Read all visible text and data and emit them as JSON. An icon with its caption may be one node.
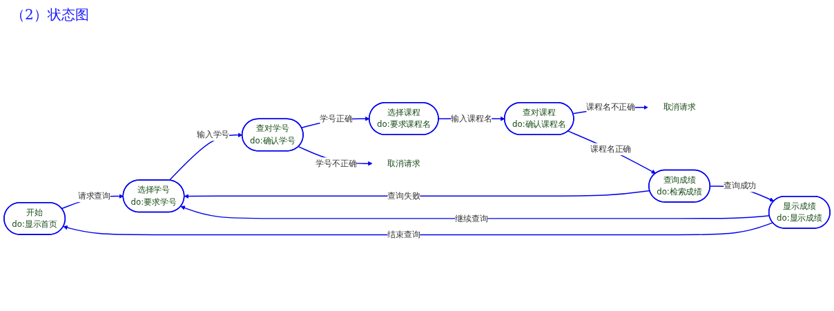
{
  "diagram": {
    "title": "（2）状态图",
    "nodes": [
      {
        "text": [
          "开始",
          "do:显示首页"
        ]
      },
      {
        "text": [
          "选择学号",
          "do:要求学号"
        ]
      },
      {
        "text": [
          "查对学号",
          "do:确认学号"
        ]
      },
      {
        "text": [
          "选择课程",
          "do:要求课程名"
        ]
      },
      {
        "text": [
          "取消请求"
        ]
      },
      {
        "text": [
          "查对课程",
          "do:确认课程名"
        ]
      },
      {
        "text": [
          "取消请求"
        ]
      },
      {
        "text": [
          "查询成绩",
          "do:检索成绩"
        ]
      },
      {
        "text": [
          "显示成绩",
          "do:显示成绩"
        ]
      }
    ],
    "edges": [
      {
        "from": 0,
        "to": 1,
        "arrow": "to",
        "label": "请求查询"
      },
      {
        "from": 1,
        "to": 2,
        "arrow": "to",
        "label": "输入学号"
      },
      {
        "from": 2,
        "to": 3,
        "arrow": "to",
        "label": "学号正确"
      },
      {
        "from": 2,
        "to": 4,
        "arrow": "to",
        "label": "学号不正确"
      },
      {
        "from": 3,
        "to": 5,
        "arrow": "to",
        "label": "输入课程名"
      },
      {
        "from": 5,
        "to": 6,
        "arrow": "to",
        "label": "课程名不正确"
      },
      {
        "from": 5,
        "to": 7,
        "arrow": "to",
        "label": "课程名正确"
      },
      {
        "from": 7,
        "to": 8,
        "arrow": "to",
        "label": "查询成功"
      },
      {
        "from": 7,
        "to": 1,
        "arrow": "to",
        "label": "查询失败"
      },
      {
        "from": 8,
        "to": 1,
        "arrow": "to",
        "label": "继续查询"
      },
      {
        "from": 8,
        "to": 0,
        "arrow": "to",
        "label": "结束查询"
      }
    ]
  }
}
